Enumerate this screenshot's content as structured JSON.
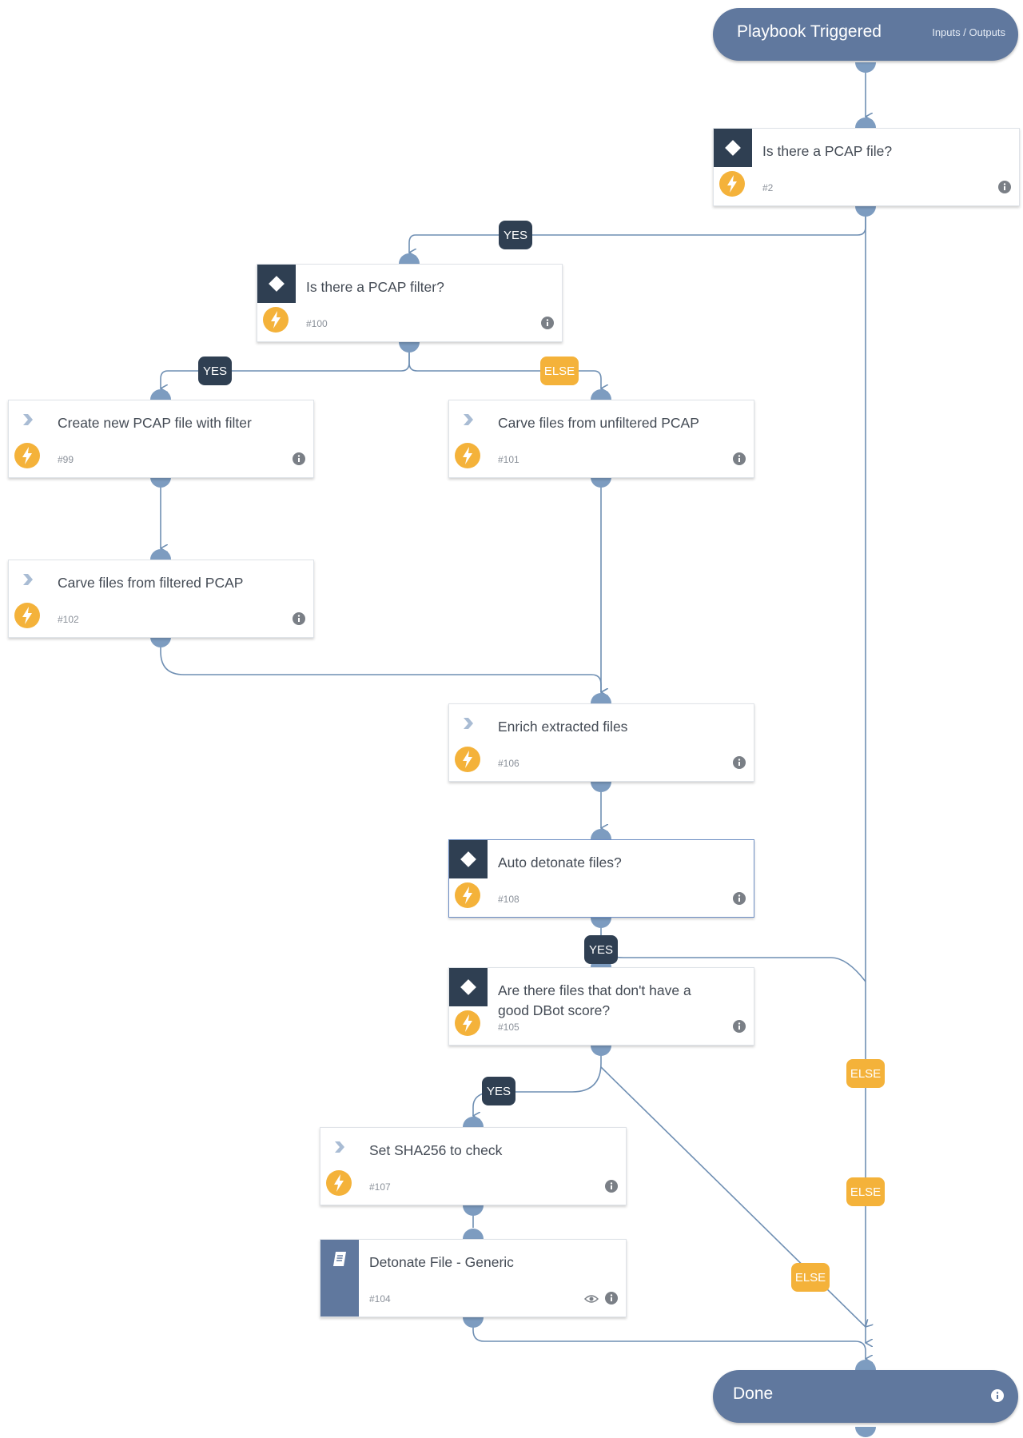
{
  "colors": {
    "wire": "#6f8fb3",
    "connector": "#7d9cc0",
    "pill": "#60789e",
    "condition_icon_bg": "#2f3f52",
    "bolt": "#f4b23a",
    "yes_label": "#2f3f52",
    "else_label": "#f4b23a"
  },
  "start": {
    "title": "Playbook Triggered",
    "link": "Inputs / Outputs"
  },
  "end": {
    "title": "Done",
    "info_icon": "info-icon"
  },
  "tasks": [
    {
      "id": "2",
      "type": "condition",
      "title": "Is there a PCAP file?",
      "number": "#2"
    },
    {
      "id": "100",
      "type": "condition",
      "title": "Is there a PCAP filter?",
      "number": "#100"
    },
    {
      "id": "99",
      "type": "automation",
      "title": "Create new PCAP file with filter",
      "number": "#99"
    },
    {
      "id": "101",
      "type": "automation",
      "title": "Carve files from unfiltered PCAP",
      "number": "#101"
    },
    {
      "id": "102",
      "type": "automation",
      "title": "Carve files from filtered PCAP",
      "number": "#102"
    },
    {
      "id": "106",
      "type": "automation",
      "title": "Enrich extracted files",
      "number": "#106"
    },
    {
      "id": "108",
      "type": "condition",
      "title": "Auto detonate files?",
      "number": "#108"
    },
    {
      "id": "105",
      "type": "condition",
      "title": "Are there files that don't have a good DBot score?",
      "number": "#105"
    },
    {
      "id": "107",
      "type": "automation",
      "title": "Set SHA256 to check",
      "number": "#107"
    },
    {
      "id": "104",
      "type": "playbook",
      "title": "Detonate File - Generic",
      "number": "#104"
    }
  ],
  "branch_labels": {
    "yes": "YES",
    "else": "ELSE"
  }
}
